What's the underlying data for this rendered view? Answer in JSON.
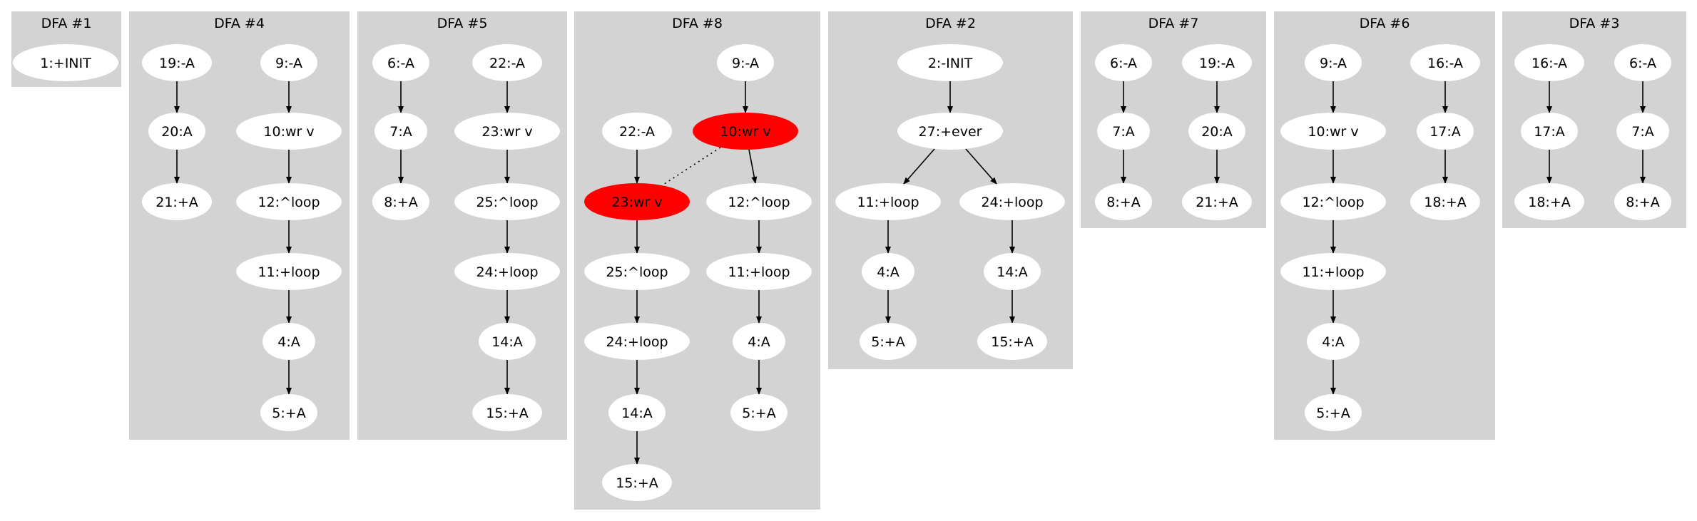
{
  "colors": {
    "background": "#ffffff",
    "cluster_fill": "#d3d3d3",
    "node_fill": "#ffffff",
    "highlight_fill": "#ff0000",
    "edge": "#000000"
  },
  "clusters": [
    {
      "id": "dfa1",
      "title": "DFA #1",
      "nodes": [
        {
          "id": "n1",
          "label": "1:+INIT"
        }
      ],
      "edges": []
    },
    {
      "id": "dfa4",
      "title": "DFA #4",
      "nodes": [
        {
          "id": "n19",
          "label": "19:-A"
        },
        {
          "id": "n20",
          "label": "20:A"
        },
        {
          "id": "n21",
          "label": "21:+A"
        },
        {
          "id": "n9",
          "label": "9:-A"
        },
        {
          "id": "n10",
          "label": "10:wr v"
        },
        {
          "id": "n12",
          "label": "12:^loop"
        },
        {
          "id": "n11",
          "label": "11:+loop"
        },
        {
          "id": "n4",
          "label": "4:A"
        },
        {
          "id": "n5",
          "label": "5:+A"
        }
      ],
      "edges": [
        {
          "from": "n19",
          "to": "n20"
        },
        {
          "from": "n20",
          "to": "n21"
        },
        {
          "from": "n9",
          "to": "n10"
        },
        {
          "from": "n10",
          "to": "n12"
        },
        {
          "from": "n12",
          "to": "n11"
        },
        {
          "from": "n11",
          "to": "n4"
        },
        {
          "from": "n4",
          "to": "n5"
        }
      ]
    },
    {
      "id": "dfa5",
      "title": "DFA #5",
      "nodes": [
        {
          "id": "n6",
          "label": "6:-A"
        },
        {
          "id": "n7",
          "label": "7:A"
        },
        {
          "id": "n8",
          "label": "8:+A"
        },
        {
          "id": "n22",
          "label": "22:-A"
        },
        {
          "id": "n23",
          "label": "23:wr v"
        },
        {
          "id": "n25",
          "label": "25:^loop"
        },
        {
          "id": "n24",
          "label": "24:+loop"
        },
        {
          "id": "n14",
          "label": "14:A"
        },
        {
          "id": "n15",
          "label": "15:+A"
        }
      ],
      "edges": [
        {
          "from": "n6",
          "to": "n7"
        },
        {
          "from": "n7",
          "to": "n8"
        },
        {
          "from": "n22",
          "to": "n23"
        },
        {
          "from": "n23",
          "to": "n25"
        },
        {
          "from": "n25",
          "to": "n24"
        },
        {
          "from": "n24",
          "to": "n14"
        },
        {
          "from": "n14",
          "to": "n15"
        }
      ]
    },
    {
      "id": "dfa8",
      "title": "DFA #8",
      "nodes": [
        {
          "id": "n22",
          "label": "22:-A"
        },
        {
          "id": "n23",
          "label": "23:wr v",
          "highlight": true
        },
        {
          "id": "n25",
          "label": "25:^loop"
        },
        {
          "id": "n24",
          "label": "24:+loop"
        },
        {
          "id": "n14",
          "label": "14:A"
        },
        {
          "id": "n15",
          "label": "15:+A"
        },
        {
          "id": "n9",
          "label": "9:-A"
        },
        {
          "id": "n10",
          "label": "10:wr v",
          "highlight": true
        },
        {
          "id": "n12",
          "label": "12:^loop"
        },
        {
          "id": "n11",
          "label": "11:+loop"
        },
        {
          "id": "n4",
          "label": "4:A"
        },
        {
          "id": "n5",
          "label": "5:+A"
        }
      ],
      "edges": [
        {
          "from": "n22",
          "to": "n23"
        },
        {
          "from": "n23",
          "to": "n25"
        },
        {
          "from": "n25",
          "to": "n24"
        },
        {
          "from": "n24",
          "to": "n14"
        },
        {
          "from": "n14",
          "to": "n15"
        },
        {
          "from": "n9",
          "to": "n10"
        },
        {
          "from": "n10",
          "to": "n12"
        },
        {
          "from": "n12",
          "to": "n11"
        },
        {
          "from": "n11",
          "to": "n4"
        },
        {
          "from": "n4",
          "to": "n5"
        },
        {
          "from": "n10",
          "to": "n23",
          "style": "dotted"
        }
      ]
    },
    {
      "id": "dfa2",
      "title": "DFA #2",
      "nodes": [
        {
          "id": "n2",
          "label": "2:-INIT"
        },
        {
          "id": "n27",
          "label": "27:+ever"
        },
        {
          "id": "n11",
          "label": "11:+loop"
        },
        {
          "id": "n4",
          "label": "4:A"
        },
        {
          "id": "n5",
          "label": "5:+A"
        },
        {
          "id": "n24",
          "label": "24:+loop"
        },
        {
          "id": "n14",
          "label": "14:A"
        },
        {
          "id": "n15",
          "label": "15:+A"
        }
      ],
      "edges": [
        {
          "from": "n2",
          "to": "n27"
        },
        {
          "from": "n27",
          "to": "n11"
        },
        {
          "from": "n27",
          "to": "n24"
        },
        {
          "from": "n11",
          "to": "n4"
        },
        {
          "from": "n4",
          "to": "n5"
        },
        {
          "from": "n24",
          "to": "n14"
        },
        {
          "from": "n14",
          "to": "n15"
        }
      ]
    },
    {
      "id": "dfa7",
      "title": "DFA #7",
      "nodes": [
        {
          "id": "n6",
          "label": "6:-A"
        },
        {
          "id": "n7",
          "label": "7:A"
        },
        {
          "id": "n8",
          "label": "8:+A"
        },
        {
          "id": "n19",
          "label": "19:-A"
        },
        {
          "id": "n20",
          "label": "20:A"
        },
        {
          "id": "n21",
          "label": "21:+A"
        }
      ],
      "edges": [
        {
          "from": "n6",
          "to": "n7"
        },
        {
          "from": "n7",
          "to": "n8"
        },
        {
          "from": "n19",
          "to": "n20"
        },
        {
          "from": "n20",
          "to": "n21"
        }
      ]
    },
    {
      "id": "dfa6",
      "title": "DFA #6",
      "nodes": [
        {
          "id": "n9",
          "label": "9:-A"
        },
        {
          "id": "n10",
          "label": "10:wr v"
        },
        {
          "id": "n12",
          "label": "12:^loop"
        },
        {
          "id": "n11",
          "label": "11:+loop"
        },
        {
          "id": "n4",
          "label": "4:A"
        },
        {
          "id": "n5",
          "label": "5:+A"
        },
        {
          "id": "n16",
          "label": "16:-A"
        },
        {
          "id": "n17",
          "label": "17:A"
        },
        {
          "id": "n18",
          "label": "18:+A"
        }
      ],
      "edges": [
        {
          "from": "n9",
          "to": "n10"
        },
        {
          "from": "n10",
          "to": "n12"
        },
        {
          "from": "n12",
          "to": "n11"
        },
        {
          "from": "n11",
          "to": "n4"
        },
        {
          "from": "n4",
          "to": "n5"
        },
        {
          "from": "n16",
          "to": "n17"
        },
        {
          "from": "n17",
          "to": "n18"
        }
      ]
    },
    {
      "id": "dfa3",
      "title": "DFA #3",
      "nodes": [
        {
          "id": "n16",
          "label": "16:-A"
        },
        {
          "id": "n17",
          "label": "17:A"
        },
        {
          "id": "n18",
          "label": "18:+A"
        },
        {
          "id": "n6",
          "label": "6:-A"
        },
        {
          "id": "n7",
          "label": "7:A"
        },
        {
          "id": "n8",
          "label": "8:+A"
        }
      ],
      "edges": [
        {
          "from": "n16",
          "to": "n17"
        },
        {
          "from": "n17",
          "to": "n18"
        },
        {
          "from": "n6",
          "to": "n7"
        },
        {
          "from": "n7",
          "to": "n8"
        }
      ]
    }
  ]
}
